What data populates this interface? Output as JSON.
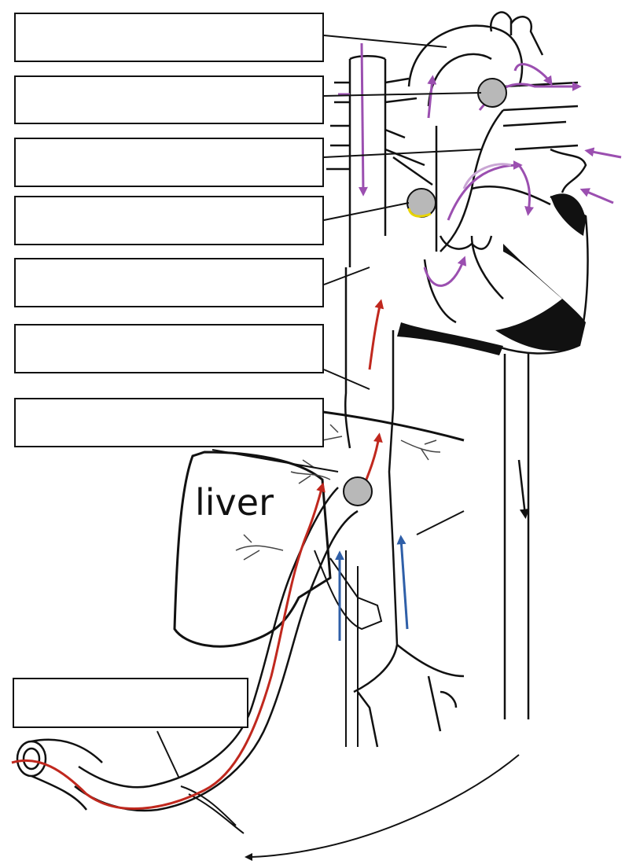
{
  "organ_labels": {
    "liver": "liver"
  },
  "label_boxes": [
    {
      "id": "box-1",
      "text": ""
    },
    {
      "id": "box-2",
      "text": ""
    },
    {
      "id": "box-3",
      "text": ""
    },
    {
      "id": "box-4",
      "text": ""
    },
    {
      "id": "box-5",
      "text": ""
    },
    {
      "id": "box-6",
      "text": ""
    },
    {
      "id": "box-7",
      "text": ""
    },
    {
      "id": "box-8",
      "text": ""
    }
  ],
  "colors": {
    "oxygenated_flow": "#c0281e",
    "deoxygenated_flow": "#2f5fa8",
    "mixed_flow": "#9b4fb0",
    "shunt_marker": "#b8b8b8",
    "outline": "#111111"
  }
}
